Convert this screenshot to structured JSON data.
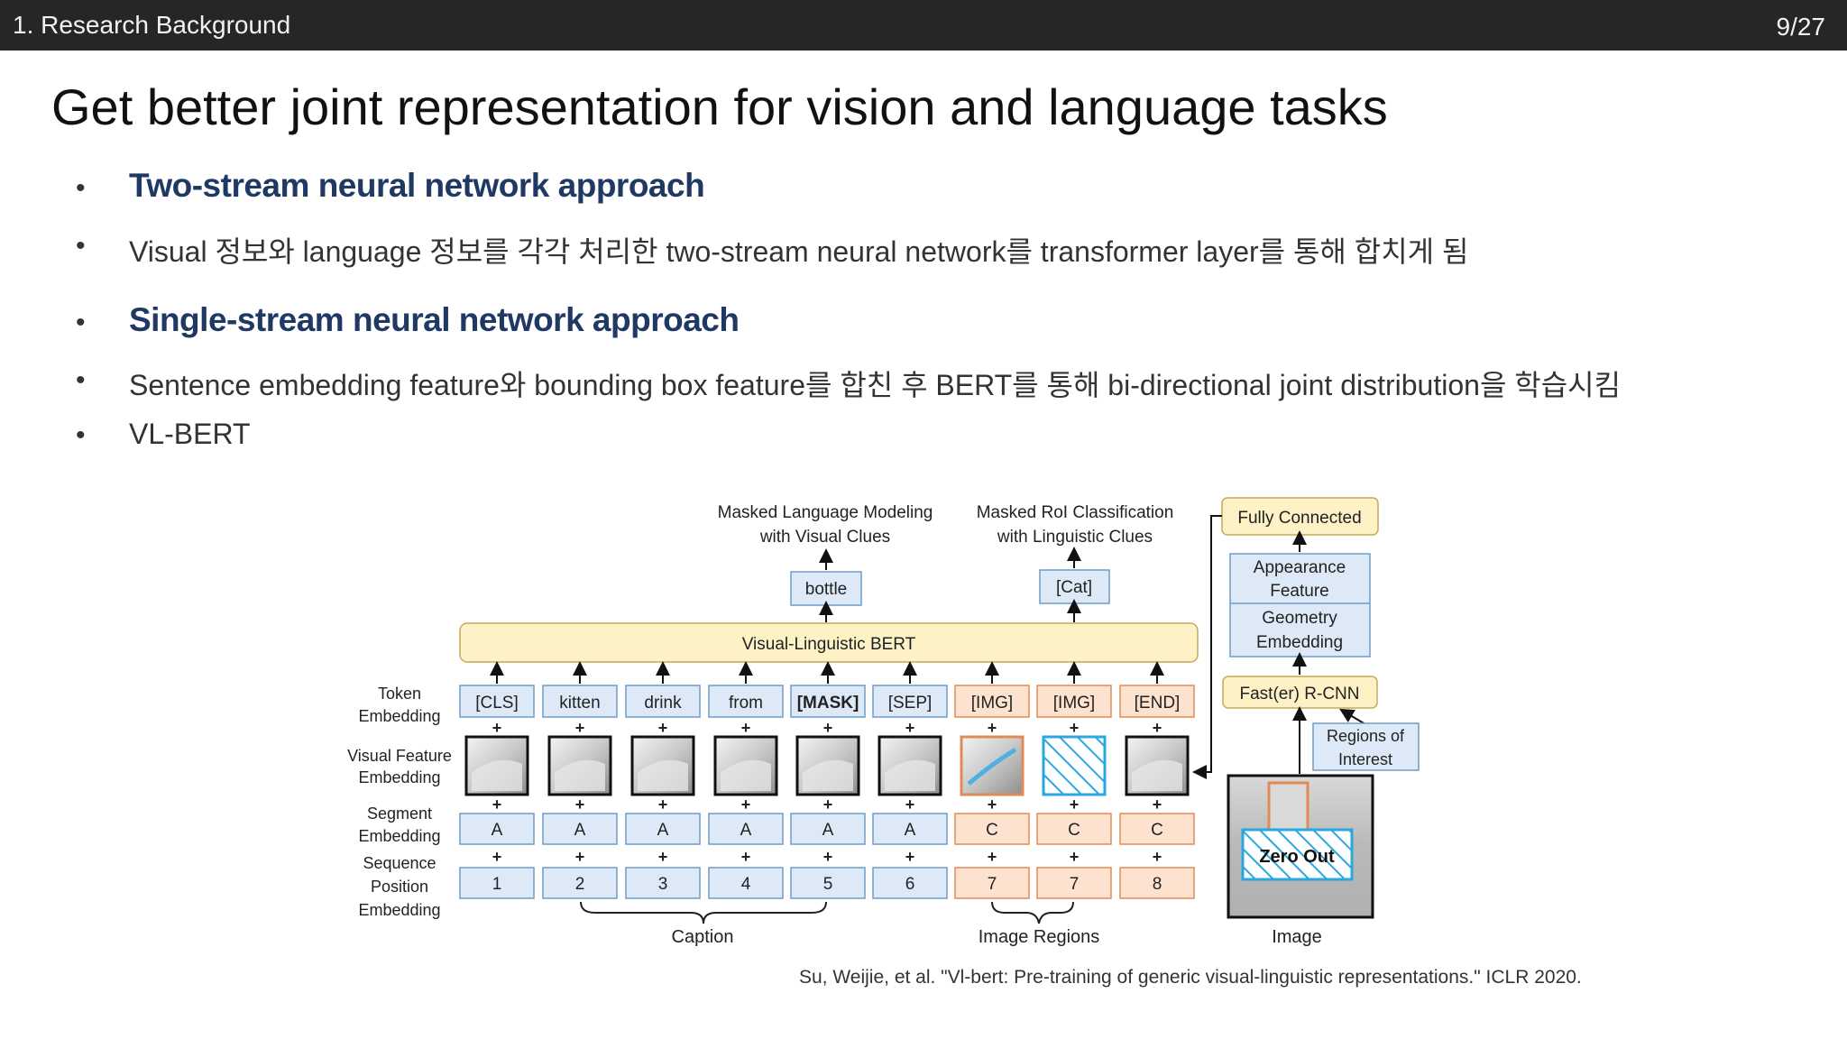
{
  "header": {
    "section": "1. Research Background",
    "page": "9/27"
  },
  "title": "Get better joint representation for vision and language tasks",
  "bullets": [
    {
      "text": "Two-stream neural network approach",
      "style": "heading"
    },
    {
      "text": "Visual 정보와 language 정보를 각각 처리한 two-stream neural network를 transformer layer를 통해 합치게 됨",
      "style": "body"
    },
    {
      "text": "Single-stream neural network approach",
      "style": "heading"
    },
    {
      "text": "Sentence embedding feature와 bounding box feature를 합친 후 BERT를 통해 bi-directional joint distribution을 학습시킴",
      "style": "body"
    },
    {
      "text": "VL-BERT",
      "style": "body"
    }
  ],
  "figure": {
    "head_mlm": [
      "Masked Language Modeling",
      "with Visual Clues"
    ],
    "head_mrc": [
      "Masked RoI Classification",
      "with Linguistic Clues"
    ],
    "out_bottle": "bottle",
    "out_cat": "[Cat]",
    "bert": "Visual-Linguistic BERT",
    "row_labels": {
      "token": [
        "Token",
        "Embedding"
      ],
      "visual": [
        "Visual Feature",
        "Embedding"
      ],
      "segment": [
        "Segment",
        "Embedding"
      ],
      "position": [
        "Sequence",
        "Position",
        "Embedding"
      ]
    },
    "tokens": [
      "[CLS]",
      "kitten",
      "drink",
      "from",
      "[MASK]",
      "[SEP]",
      "[IMG]",
      "[IMG]",
      "[END]"
    ],
    "segments": [
      "A",
      "A",
      "A",
      "A",
      "A",
      "A",
      "C",
      "C",
      "C"
    ],
    "positions": [
      "1",
      "2",
      "3",
      "4",
      "5",
      "6",
      "7",
      "7",
      "8"
    ],
    "plus": "+",
    "brace_caption": "Caption",
    "brace_regions": "Image Regions",
    "right": {
      "fc": "Fully Connected",
      "appearance": [
        "Appearance",
        "Feature"
      ],
      "geometry": [
        "Geometry",
        "Embedding"
      ],
      "rcnn": "Fast(er) R-CNN",
      "roi": [
        "Regions of",
        "Interest"
      ],
      "zero_out": "Zero Out",
      "image_label": "Image"
    },
    "colors": {
      "text_token_fill": "#dde9f6",
      "text_token_stroke": "#6f9cc9",
      "image_token_fill": "#fde3cf",
      "image_token_stroke": "#e08b57",
      "bert_fill": "#fdf1c6",
      "bert_stroke": "#c8a85a",
      "hatch": "#29a8e0"
    }
  },
  "citation": "Su, Weijie, et al. \"Vl-bert: Pre-training of generic visual-linguistic representations.\" ICLR 2020."
}
